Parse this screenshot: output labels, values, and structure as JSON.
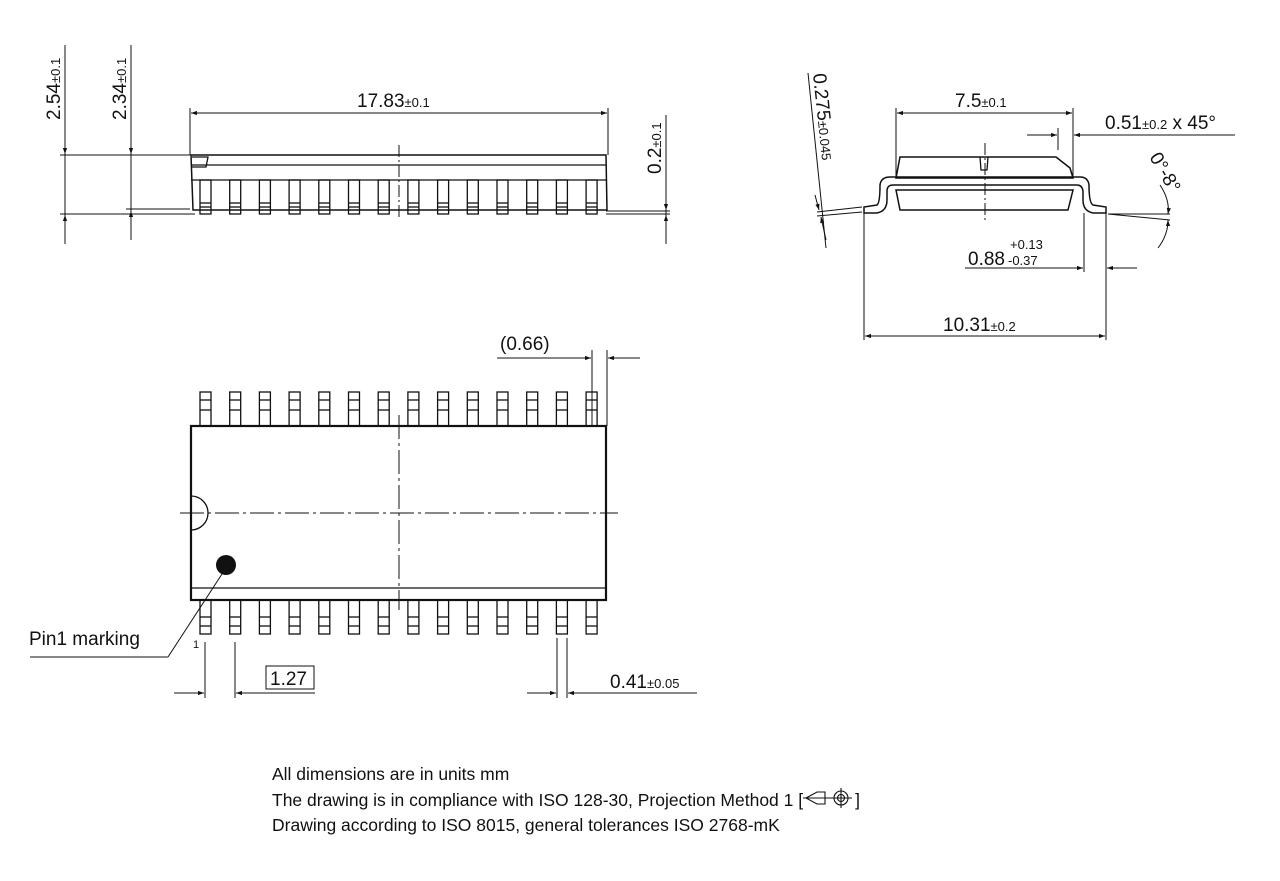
{
  "drawing": {
    "type": "SOIC-28 package outline",
    "pin_count": 28,
    "pins_per_side": 14,
    "side_view": {
      "dim_total_height": {
        "value": "2.54",
        "tol": "±0.1"
      },
      "dim_body_height": {
        "value": "2.34",
        "tol": "±0.1"
      },
      "dim_body_length": {
        "value": "17.83",
        "tol": "±0.1"
      },
      "dim_standoff": {
        "value": "0.2",
        "tol": "±0.1"
      }
    },
    "end_view": {
      "dim_lead_thickness": {
        "value": "0.275",
        "tol": "±0.045"
      },
      "dim_body_width": {
        "value": "7.5",
        "tol": "±0.1"
      },
      "dim_chamfer": {
        "value": "0.51",
        "tol": "±0.2",
        "suffix": " x 45°"
      },
      "dim_angle": {
        "value": "0°-8°"
      },
      "dim_foot_length": {
        "value": "0.88",
        "tol_plus": "+0.13",
        "tol_minus": "-0.37"
      },
      "dim_overall_width": {
        "value": "10.31",
        "tol": "±0.2"
      }
    },
    "top_view": {
      "dim_lead_overhang": {
        "value": "(0.66)"
      },
      "dim_pitch": {
        "value": "1.27"
      },
      "dim_lead_width": {
        "value": "0.41",
        "tol": "±0.05"
      },
      "pin1_label": "Pin1 marking",
      "pin1_number": "1"
    }
  },
  "notes": {
    "line1": "All dimensions are in units mm",
    "line2_prefix": "The drawing is in compliance with ISO 128-30, Projection Method 1 [",
    "line2_suffix": "]",
    "line3": "Drawing according to ISO 8015, general tolerances ISO 2768-mK"
  },
  "colors": {
    "line": "#111111",
    "background": "#ffffff"
  }
}
